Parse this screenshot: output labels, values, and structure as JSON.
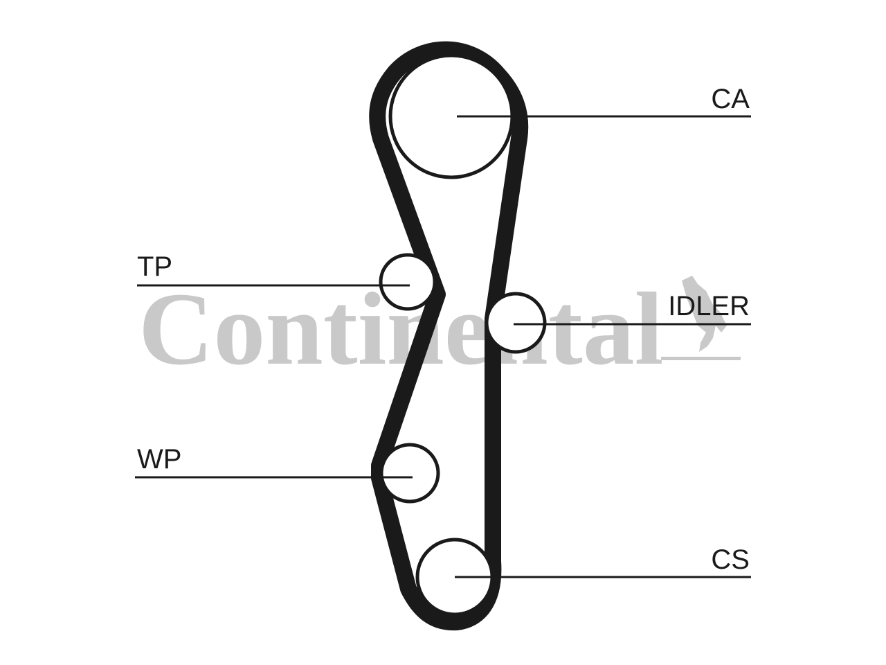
{
  "colors": {
    "belt": "#1a1a1a",
    "watermark": "#c9c9c9",
    "background": "#ffffff"
  },
  "watermark": {
    "text": "Continental",
    "logo_icon": "horse-logo-icon"
  },
  "labels": {
    "ca": "CA",
    "tp": "TP",
    "idler": "IDLER",
    "wp": "WP",
    "cs": "CS"
  },
  "pulleys": [
    {
      "id": "ca",
      "name": "camshaft-pulley"
    },
    {
      "id": "tp",
      "name": "tensioner-pulley"
    },
    {
      "id": "idler",
      "name": "idler-pulley"
    },
    {
      "id": "wp",
      "name": "water-pump-pulley"
    },
    {
      "id": "cs",
      "name": "crankshaft-pulley"
    }
  ]
}
